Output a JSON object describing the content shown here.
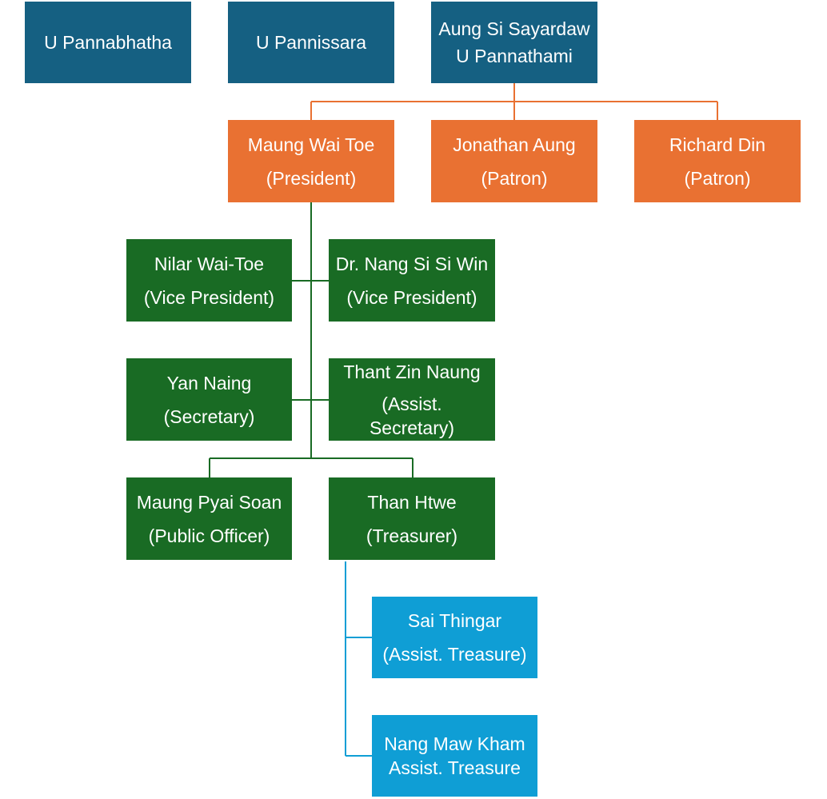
{
  "colors": {
    "monk": "#156082",
    "patron_line": "#E97132",
    "committee_line": "#196B24",
    "treasury_line": "#0F9ED5"
  },
  "top_row": {
    "pannabhatha": {
      "name": "U Pannabhatha"
    },
    "pannissara": {
      "name": "U Pannissara"
    },
    "sayardaw": {
      "line1": "Aung Si Sayardaw",
      "line2": "U Pannathami"
    }
  },
  "patrons": {
    "president": {
      "name": "Maung Wai Toe",
      "role": "(President)"
    },
    "jonathan": {
      "name": "Jonathan Aung",
      "role": "(Patron)"
    },
    "richard": {
      "name": "Richard Din",
      "role": "(Patron)"
    }
  },
  "committee": {
    "vp_nilar": {
      "name": "Nilar Wai-Toe",
      "role": "(Vice President)"
    },
    "vp_nang": {
      "name": "Dr. Nang Si Si Win",
      "role": "(Vice President)"
    },
    "secretary": {
      "name": "Yan Naing",
      "role": "(Secretary)"
    },
    "assist_secretary": {
      "name": "Thant Zin Naung",
      "role_line1": "(Assist.",
      "role_line2": "Secretary)"
    },
    "public_officer": {
      "name": "Maung Pyai Soan",
      "role": "(Public Officer)"
    },
    "treasurer": {
      "name": "Than Htwe",
      "role": "(Treasurer)"
    }
  },
  "treasury": {
    "sai": {
      "name": "Sai Thingar",
      "role": "(Assist. Treasure)"
    },
    "nang_maw": {
      "name": "Nang Maw Kham",
      "role": "Assist. Treasure"
    }
  }
}
